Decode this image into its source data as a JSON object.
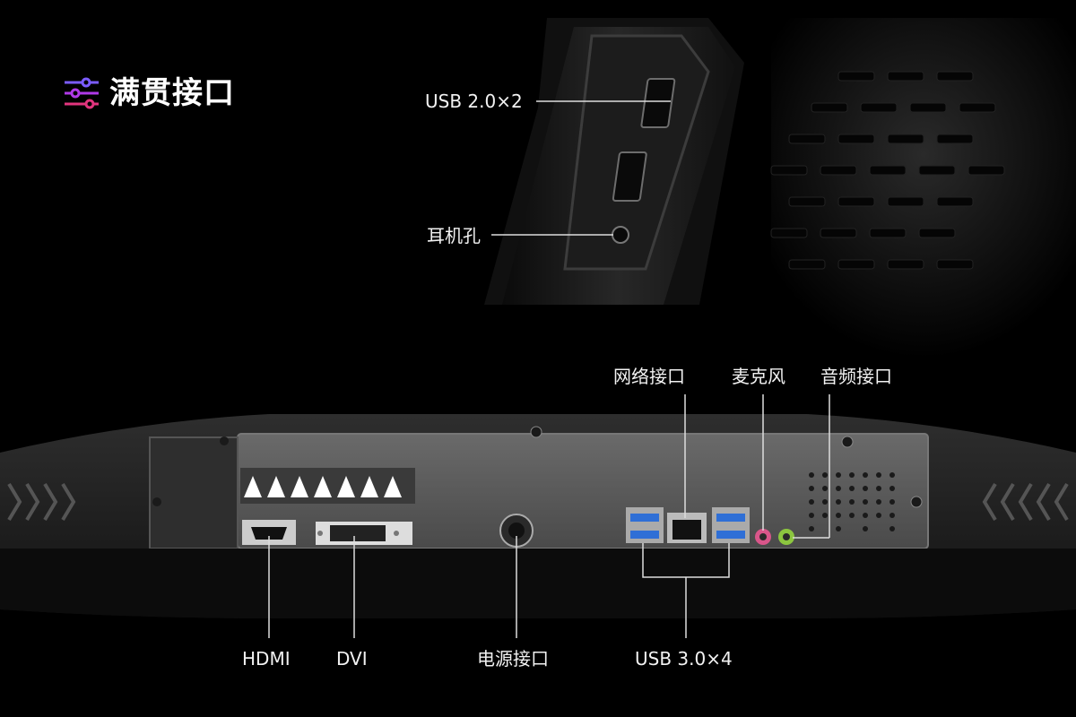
{
  "header": {
    "title": "满贯接口",
    "icon": "sliders-icon",
    "icon_colors": [
      "#7b5cff",
      "#b03ae8",
      "#e2357e"
    ]
  },
  "side_ports": {
    "usb2": "USB 2.0×2",
    "headphone": "耳机孔"
  },
  "rear_ports": {
    "network": "网络接口",
    "mic": "麦克风",
    "audio": "音频接口",
    "hdmi": "HDMI",
    "dvi": "DVI",
    "power": "电源接口",
    "usb3": "USB 3.0×4"
  },
  "colors": {
    "background": "#000000",
    "usb3_blue": "#2f6fd6",
    "mic_pink": "#d9568a",
    "audio_green": "#8cc63f"
  }
}
